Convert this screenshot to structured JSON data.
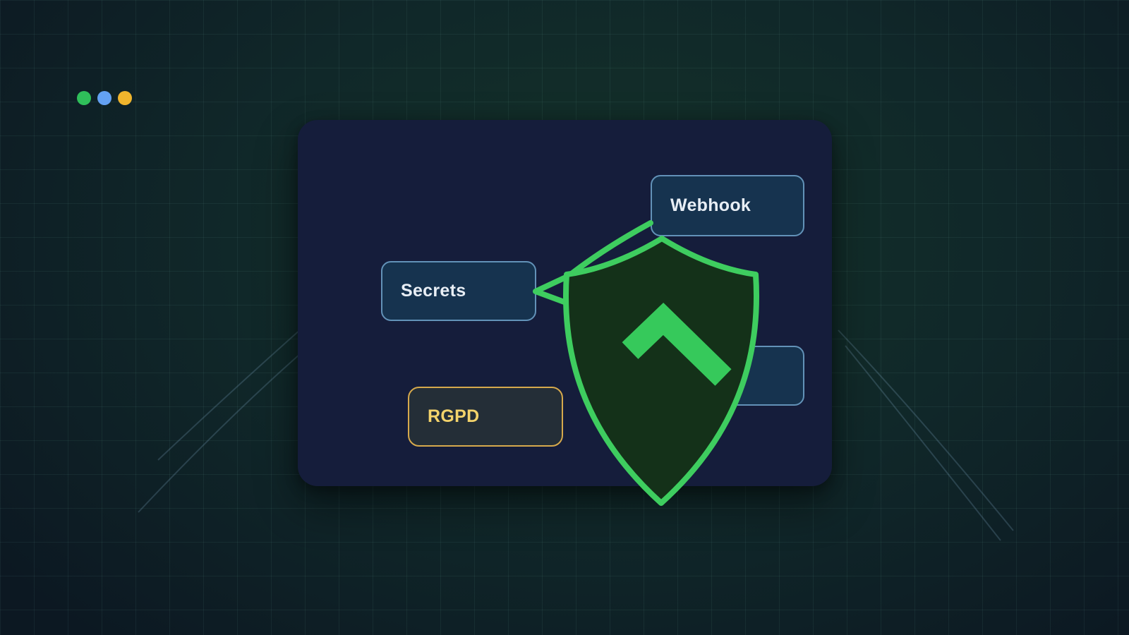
{
  "window": {
    "traffic_lights": [
      {
        "name": "green-dot",
        "color": "#2fbf5a"
      },
      {
        "name": "blue-dot",
        "color": "#63a1f2"
      },
      {
        "name": "yellow-dot",
        "color": "#f0b52d"
      }
    ]
  },
  "diagram": {
    "nodes": [
      {
        "id": "webhook",
        "label": "Webhook",
        "style": "blue"
      },
      {
        "id": "secrets",
        "label": "Secrets",
        "style": "blue"
      },
      {
        "id": "rgpd",
        "label": "RGPD",
        "style": "gold"
      },
      {
        "id": "partial-hidden-node",
        "label": "",
        "style": "blue"
      }
    ],
    "shield": {
      "icon": "shield-check",
      "fill": "#143119",
      "stroke": "#3ecd5f",
      "check_color": "#36c95b"
    },
    "connector": {
      "color": "#3ecd5f",
      "targets": [
        "webhook",
        "secrets"
      ]
    }
  },
  "theme": {
    "background": "#0c1822",
    "background_glow": "#143329",
    "grid_line": "rgba(136,214,197,0.07)",
    "card": "#151d3b",
    "node_blue_fill": "#16334f",
    "node_blue_border": "#6292b8",
    "node_text": "#e8eef5",
    "node_gold_fill": "#242e37",
    "node_gold_border": "#d6a94c",
    "node_gold_text": "#f3d36b",
    "arc_line": "rgba(141,184,214,0.22)"
  }
}
